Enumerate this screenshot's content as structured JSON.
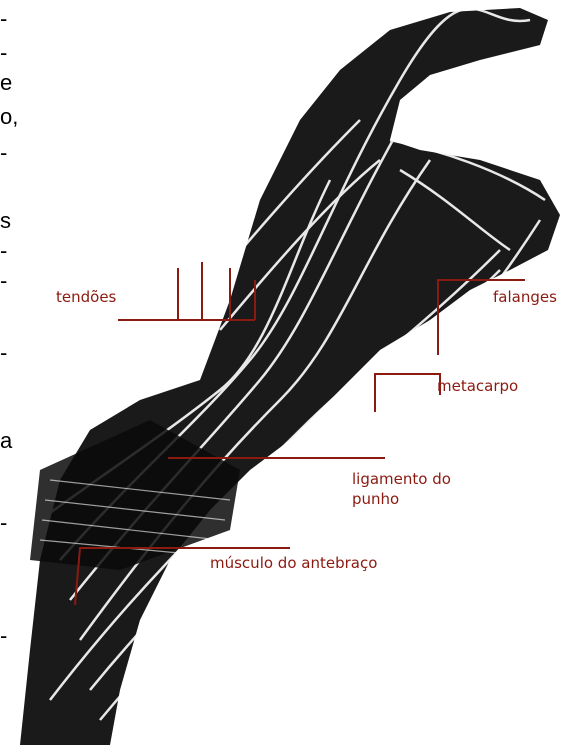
{
  "labels": {
    "tendoes": "tendões",
    "falanges": "falanges",
    "metacarpo": "metacarpo",
    "ligamento_line1": "ligamento do",
    "ligamento_line2": "punho",
    "musculo": "músculo do antebraço"
  },
  "margin_fragments": [
    "-",
    "-",
    "e",
    "o,",
    "-",
    "s",
    "-",
    "-",
    "-",
    "a",
    "-",
    "-"
  ],
  "colors": {
    "leader": "#8b1a10",
    "ink": "#111111",
    "paper": "#ffffff"
  }
}
